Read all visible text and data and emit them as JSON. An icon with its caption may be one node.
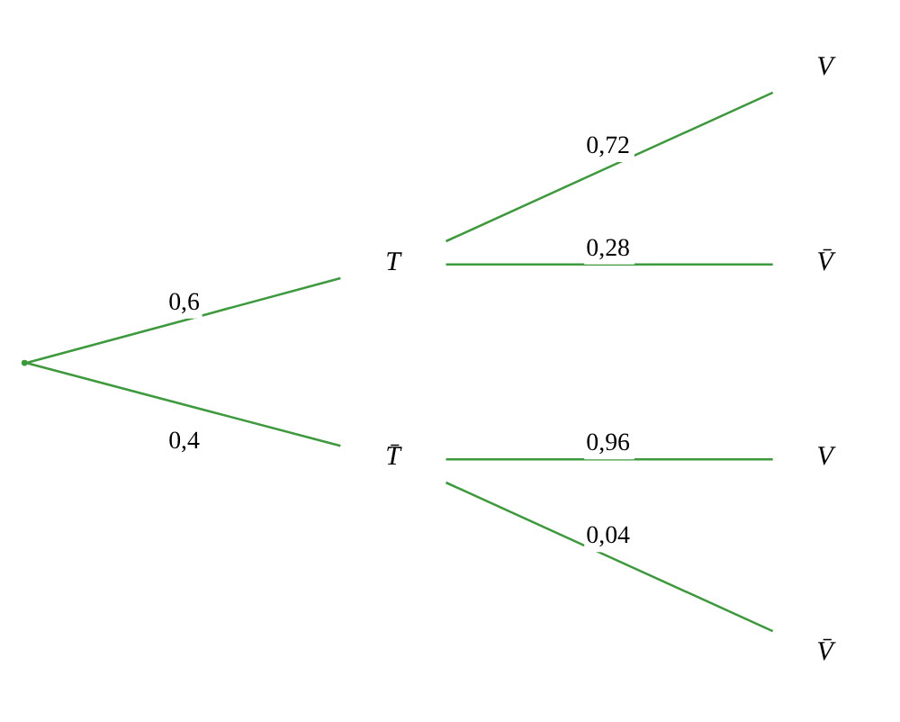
{
  "diagram": {
    "nodes": [
      {
        "text": [],
        "shape": "point"
      },
      {
        "text": [
          "T"
        ]
      },
      {
        "text": [
          "T̄"
        ]
      },
      {
        "text": [
          "V"
        ]
      },
      {
        "text": [
          "V̄"
        ]
      },
      {
        "text": [
          "V"
        ]
      },
      {
        "text": [
          "V̄"
        ]
      }
    ],
    "edges": [
      {
        "from": 0,
        "to": 1,
        "arrow": "none",
        "label": "0,6"
      },
      {
        "from": 0,
        "to": 2,
        "arrow": "none",
        "label": "0,4"
      },
      {
        "from": 1,
        "to": 3,
        "arrow": "none",
        "label": "0,72"
      },
      {
        "from": 1,
        "to": 4,
        "arrow": "none",
        "label": "0,28"
      },
      {
        "from": 2,
        "to": 5,
        "arrow": "none",
        "label": "0,96"
      },
      {
        "from": 2,
        "to": 6,
        "arrow": "none",
        "label": "0,04"
      }
    ]
  }
}
